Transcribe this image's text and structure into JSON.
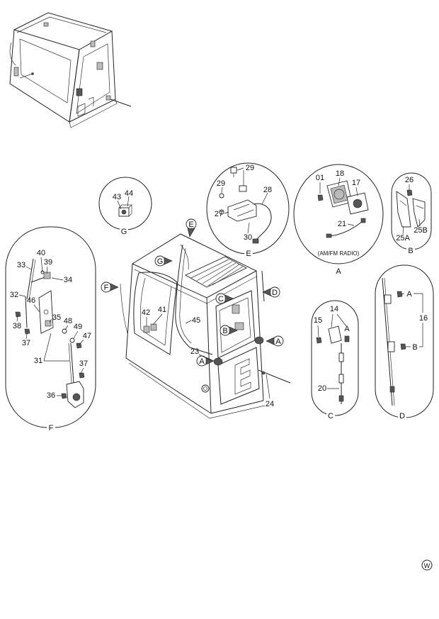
{
  "views": {
    "G": {
      "tag": "G",
      "callouts": [
        "43",
        "44"
      ]
    },
    "E": {
      "tag": "E",
      "callouts": [
        "29",
        "29",
        "28",
        "27",
        "30"
      ]
    },
    "A": {
      "tag": "A",
      "callouts": [
        "01",
        "18",
        "17",
        "21"
      ],
      "note": "(AM/FM RADIO)"
    },
    "B": {
      "tag": "B",
      "callouts": [
        "26",
        "25A",
        "25B"
      ]
    },
    "F": {
      "tag": "F",
      "callouts": [
        "33",
        "40",
        "39",
        "34",
        "32",
        "46",
        "38",
        "35",
        "48",
        "49",
        "37",
        "47",
        "31",
        "37",
        "36"
      ]
    },
    "C": {
      "tag": "C",
      "callouts": [
        "14",
        "15",
        "A",
        "20"
      ]
    },
    "D": {
      "tag": "D",
      "callouts": [
        "A",
        "16",
        "B"
      ]
    }
  },
  "main_assembly": {
    "markers": [
      "E",
      "G",
      "F",
      "C",
      "D",
      "B",
      "A",
      "A"
    ],
    "callouts": [
      "42",
      "41",
      "45",
      "23",
      "24"
    ]
  },
  "watermark": "W"
}
